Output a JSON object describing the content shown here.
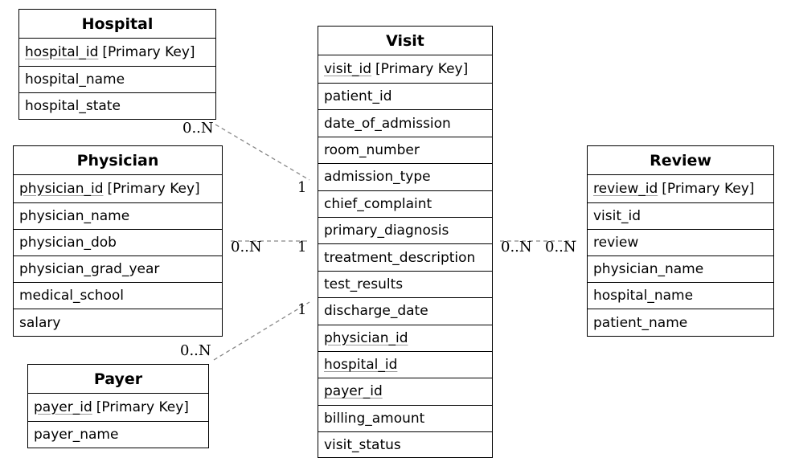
{
  "entities": {
    "hospital": {
      "title": "Hospital",
      "pk": "hospital_id",
      "pk_suffix": "[Primary Key]",
      "attrs": [
        "hospital_name",
        "hospital_state"
      ]
    },
    "physician": {
      "title": "Physician",
      "pk": "physician_id",
      "pk_suffix": "[Primary Key]",
      "attrs": [
        "physician_name",
        "physician_dob",
        "physician_grad_year",
        "medical_school",
        "salary"
      ]
    },
    "payer": {
      "title": "Payer",
      "pk": "payer_id",
      "pk_suffix": "[Primary Key]",
      "attrs": [
        "payer_name"
      ]
    },
    "visit": {
      "title": "Visit",
      "pk": "visit_id",
      "pk_suffix": "[Primary Key]",
      "attrs": [
        "patient_id",
        "date_of_admission",
        "room_number",
        "admission_type",
        "chief_complaint",
        "primary_diagnosis",
        "treatment_description",
        "test_results",
        "discharge_date"
      ],
      "fks": [
        "physician_id",
        "hospital_id",
        "payer_id"
      ],
      "attrs_after": [
        "billing_amount",
        "visit_status"
      ]
    },
    "review": {
      "title": "Review",
      "pk": "review_id",
      "pk_suffix": "[Primary Key]",
      "attrs": [
        "visit_id",
        "review",
        "physician_name",
        "hospital_name",
        "patient_name"
      ]
    }
  },
  "relationships": [
    {
      "from": "hospital",
      "to": "visit",
      "from_card": "0..N",
      "to_card": "1"
    },
    {
      "from": "physician",
      "to": "visit",
      "from_card": "0..N",
      "to_card": "1"
    },
    {
      "from": "payer",
      "to": "visit",
      "from_card": "0..N",
      "to_card": "1"
    },
    {
      "from": "visit",
      "to": "review",
      "from_card": "0..N",
      "to_card": "0..N"
    }
  ],
  "colors": {
    "line": "#888888",
    "border": "#000000",
    "underline": "#999999"
  }
}
